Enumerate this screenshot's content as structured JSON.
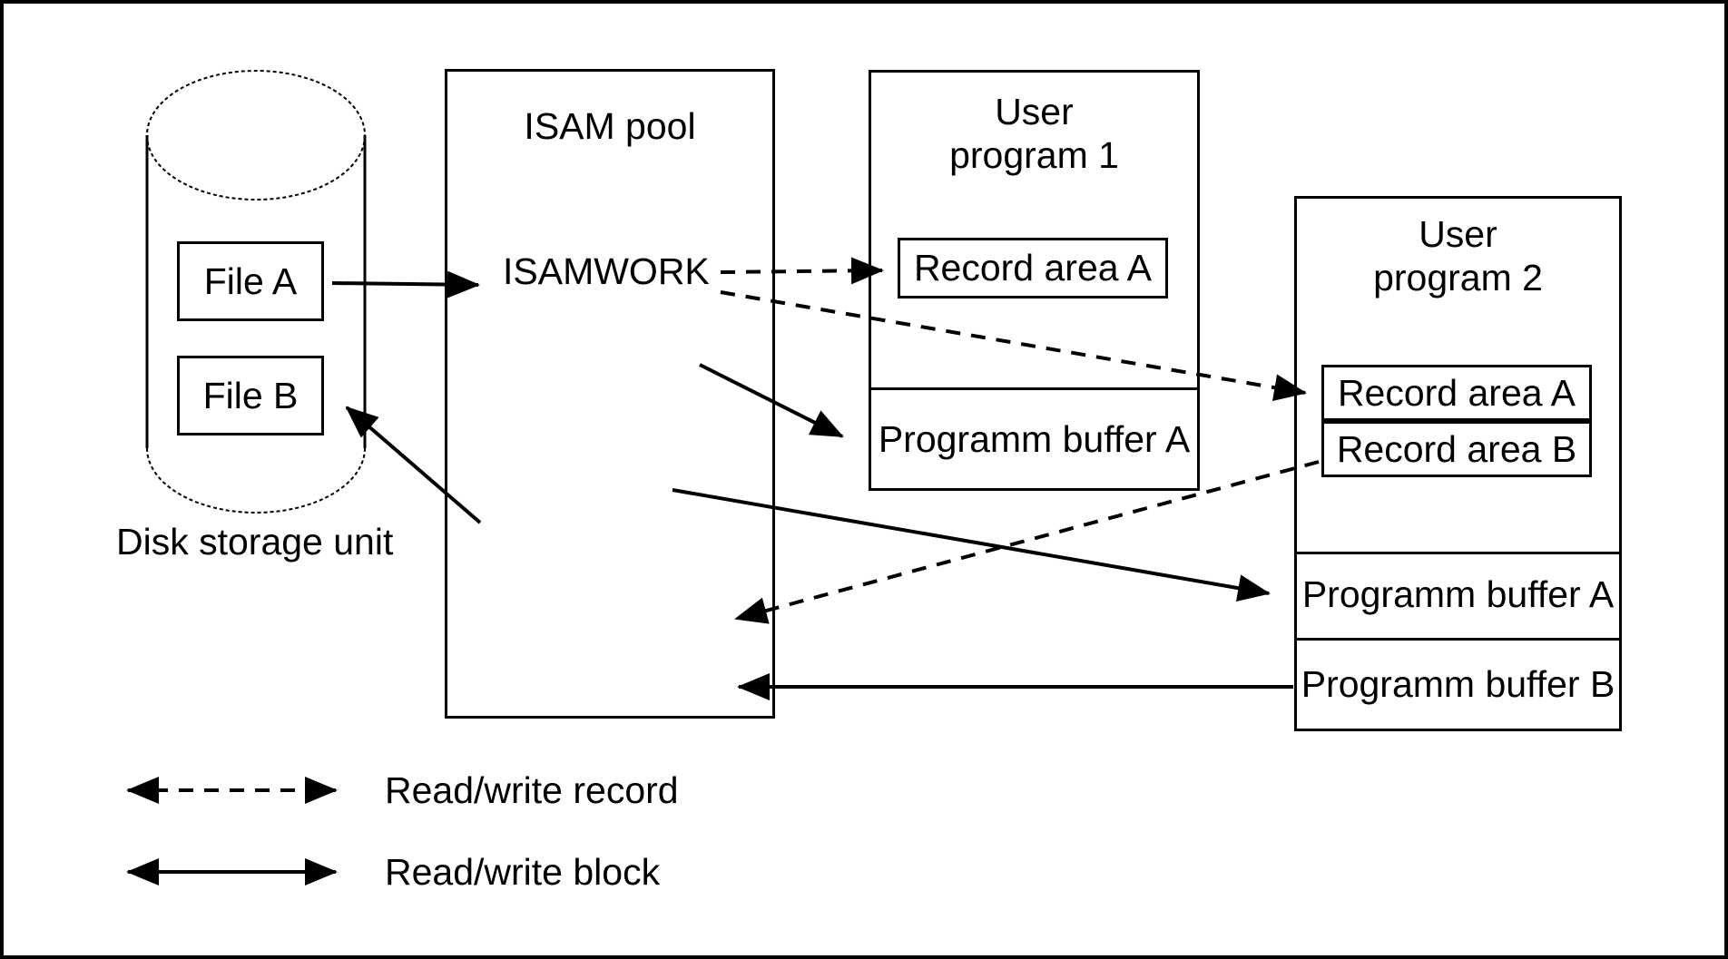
{
  "diagram": {
    "disk": {
      "file_a": "File A",
      "file_b": "File B",
      "label": "Disk storage unit"
    },
    "isam_pool": {
      "title": "ISAM pool",
      "work_area": "ISAMWORK"
    },
    "user_program_1": {
      "title_line1": "User",
      "title_line2": "program 1",
      "record_area_a": "Record area A",
      "program_buffer_a": "Programm buffer A"
    },
    "user_program_2": {
      "title_line1": "User",
      "title_line2": "program 2",
      "record_area_a": "Record area A",
      "record_area_b": "Record area B",
      "program_buffer_a": "Programm buffer A",
      "program_buffer_b": "Programm buffer B"
    },
    "legend": {
      "record": "Read/write record",
      "block": "Read/write block"
    },
    "connections": [
      {
        "from": "File A",
        "to": "ISAMWORK (ISAM pool)",
        "type": "block",
        "style": "solid"
      },
      {
        "from": "ISAMWORK",
        "to": "User program 1 / Record area A",
        "type": "record",
        "style": "dashed"
      },
      {
        "from": "ISAMWORK",
        "to": "User program 2 / Record area A",
        "type": "record",
        "style": "dashed"
      },
      {
        "from": "ISAM pool",
        "to": "User program 1 / Programm buffer A",
        "type": "block",
        "style": "solid"
      },
      {
        "from": "ISAM pool",
        "to": "User program 2 / Programm buffer A",
        "type": "block",
        "style": "solid"
      },
      {
        "from": "User program 2 / Record area B",
        "to": "ISAM pool",
        "type": "record",
        "style": "dashed"
      },
      {
        "from": "User program 2 / Programm buffer B",
        "to": "ISAM pool",
        "type": "block",
        "style": "solid"
      },
      {
        "from": "ISAM pool",
        "to": "File B",
        "type": "block",
        "style": "solid"
      }
    ],
    "colors": {
      "ink": "#000000",
      "background": "#ffffff"
    }
  }
}
